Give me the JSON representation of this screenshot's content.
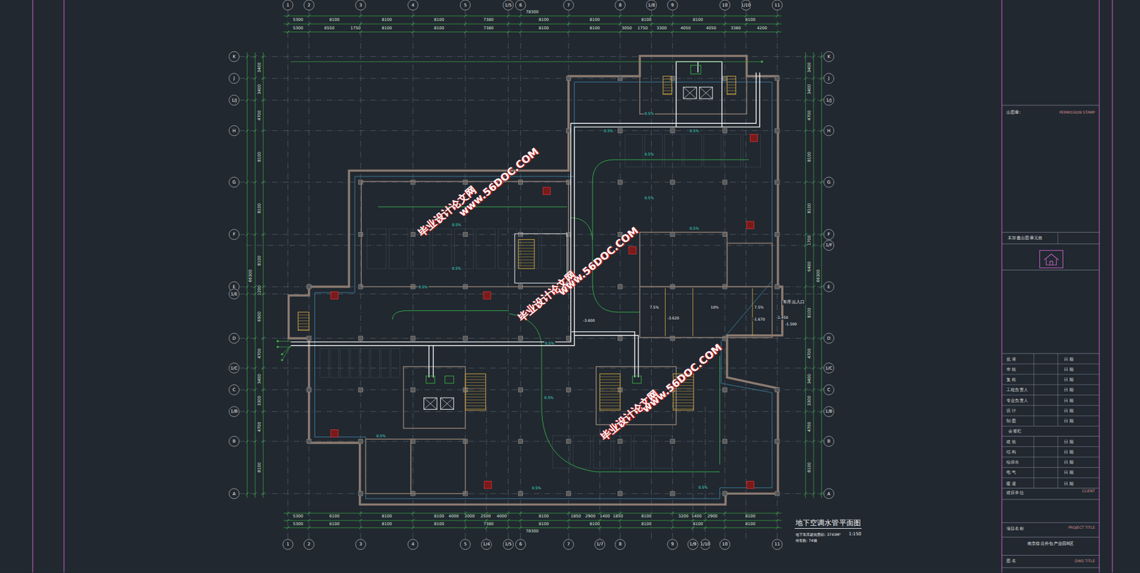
{
  "diagram": {
    "title": "地下空调水管平面图",
    "labels": [
      "1",
      "2",
      "3",
      "4",
      "5",
      "1/5",
      "6",
      "7",
      "8",
      "1/8",
      "9",
      "10",
      "1/10",
      "11",
      "1",
      "2",
      "3",
      "4",
      "5",
      "1/4",
      "1/5",
      "6",
      "7",
      "1/7",
      "8",
      "9",
      "1/9",
      "1/10",
      "10",
      "11",
      "K",
      "J",
      "1/J",
      "H",
      "G",
      "F",
      "E",
      "1/E",
      "D",
      "1/C",
      "C",
      "1/B",
      "B",
      "A",
      "K",
      "J",
      "1/J",
      "H",
      "G",
      "F",
      "1/F",
      "E",
      "D",
      "1/C",
      "C",
      "1/B",
      "B",
      "A",
      "78300",
      "5300",
      "8100",
      "8100",
      "8100",
      "7380",
      "8100",
      "8100",
      "8100",
      "8100",
      "8100",
      "5300",
      "6550",
      "1750",
      "8100",
      "8100",
      "7380",
      "8100",
      "8100",
      "3050",
      "1750",
      "3300",
      "4050",
      "4050",
      "3380",
      "4200",
      "5300",
      "6100",
      "8100",
      "8100",
      "4000",
      "2000",
      "2500",
      "4000",
      "8100",
      "1850",
      "2900",
      "1400",
      "1850",
      "8100",
      "3200",
      "1400",
      "2900",
      "8100",
      "5300",
      "6100",
      "8100",
      "8100",
      "7380",
      "8100",
      "8100",
      "8100",
      "8100",
      "8100",
      "78300",
      "3400",
      "3400",
      "4700",
      "8100",
      "8100",
      "8100",
      "1200",
      "6900",
      "4700",
      "3400",
      "3300",
      "4700",
      "8100",
      "3400",
      "3400",
      "4700",
      "8100",
      "8100",
      "1700",
      "6400",
      "8100",
      "4700",
      "3400",
      "3300",
      "4700",
      "8100",
      "66300",
      "66300",
      "1:150",
      "地下车库建筑面积: 3743M²",
      "停车数: 74辆",
      "0.5%",
      "0.5%",
      "0.5%",
      "0.5%",
      "0.5%",
      "0.5%",
      "0.5%",
      "0.5%",
      "0.5%",
      "0.5%",
      "0.5%",
      "0.5%",
      "0.5%",
      "0.5%",
      "-3.600",
      "-3.620",
      "-1.670",
      "-1.450",
      "-1.500",
      "车库出入口",
      "7.5%",
      "10%",
      "7.5%",
      "毕业设计论文网",
      "www.56DOC.COM",
      "毕业设计论文网",
      "www.56DOC.COM",
      "毕业设计论文网",
      "www.56DOC.COM",
      "出图章:",
      "PERMISSION STAMP",
      "未加盖出图章无效",
      "批 准",
      "日 期",
      "审 核",
      "日 期",
      "复 核",
      "日 期",
      "工程负责人",
      "日 期",
      "专业负责人",
      "日 期",
      "设 计",
      "日 期",
      "制 图",
      "日 期",
      "会签栏",
      "建 筑",
      "日 期",
      "结 构",
      "日 期",
      "给排水",
      "日 期",
      "电 气",
      "日 期",
      "暖 通",
      "日 期",
      "建设单位",
      "CLIENT",
      "项目名称",
      "PROJECT TITLE",
      "南京徐庄外包产业园B区",
      "图 名",
      "DWG TITLE"
    ]
  }
}
